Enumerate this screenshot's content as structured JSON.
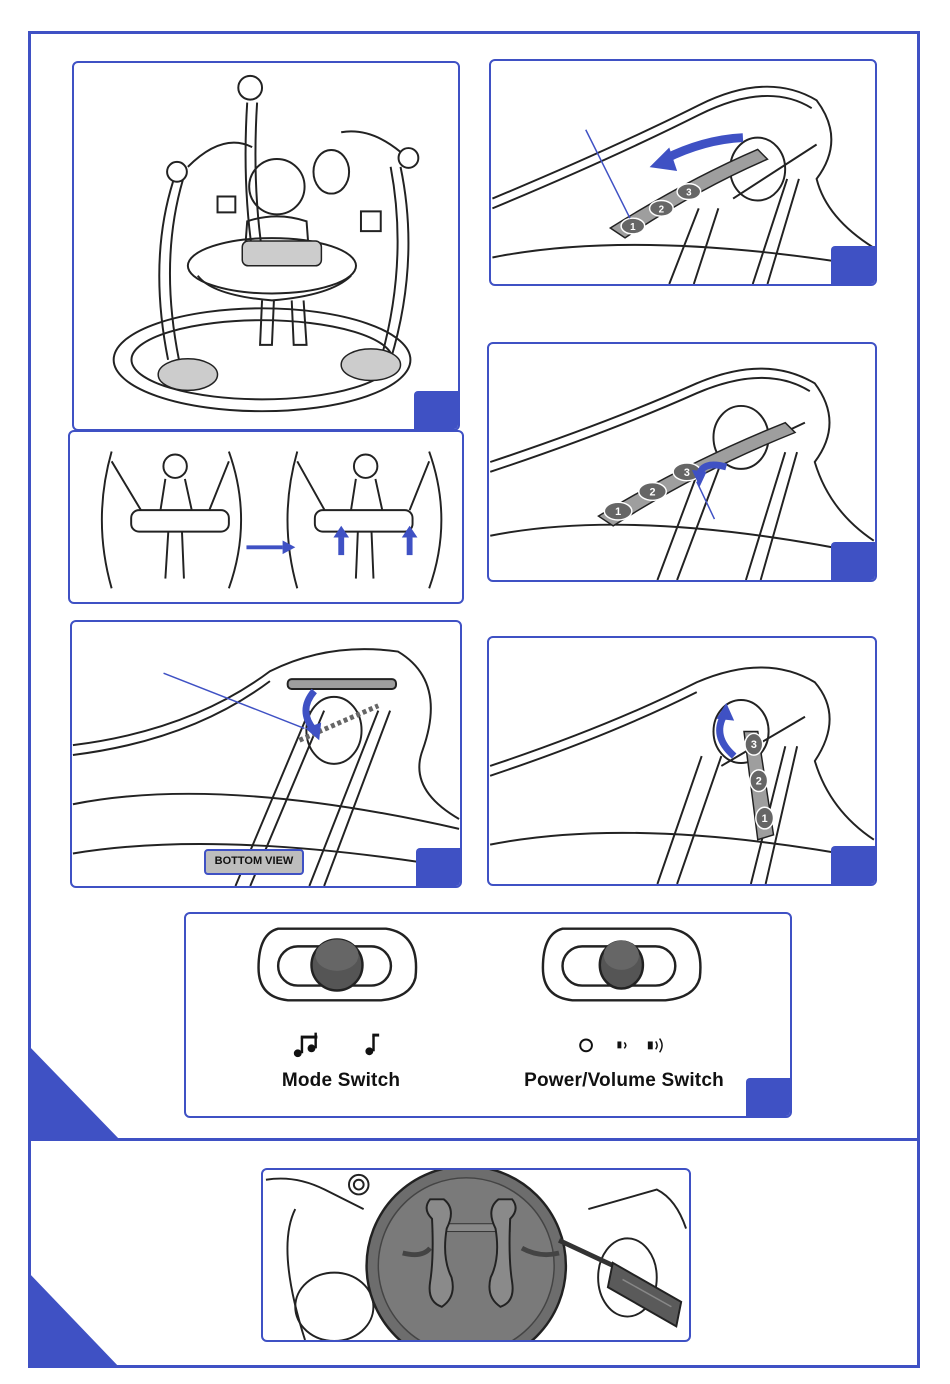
{
  "panels": {
    "mode_switch_label": "Mode Switch",
    "power_volume_switch_label": "Power/Volume Switch",
    "bottom_view_label": "BOTTOM VIEW"
  },
  "strap_positions": [
    "1",
    "2",
    "3"
  ],
  "colors": {
    "accent": "#3f51c4",
    "strap_gray": "#9e9e9e",
    "line_art": "#222222"
  }
}
